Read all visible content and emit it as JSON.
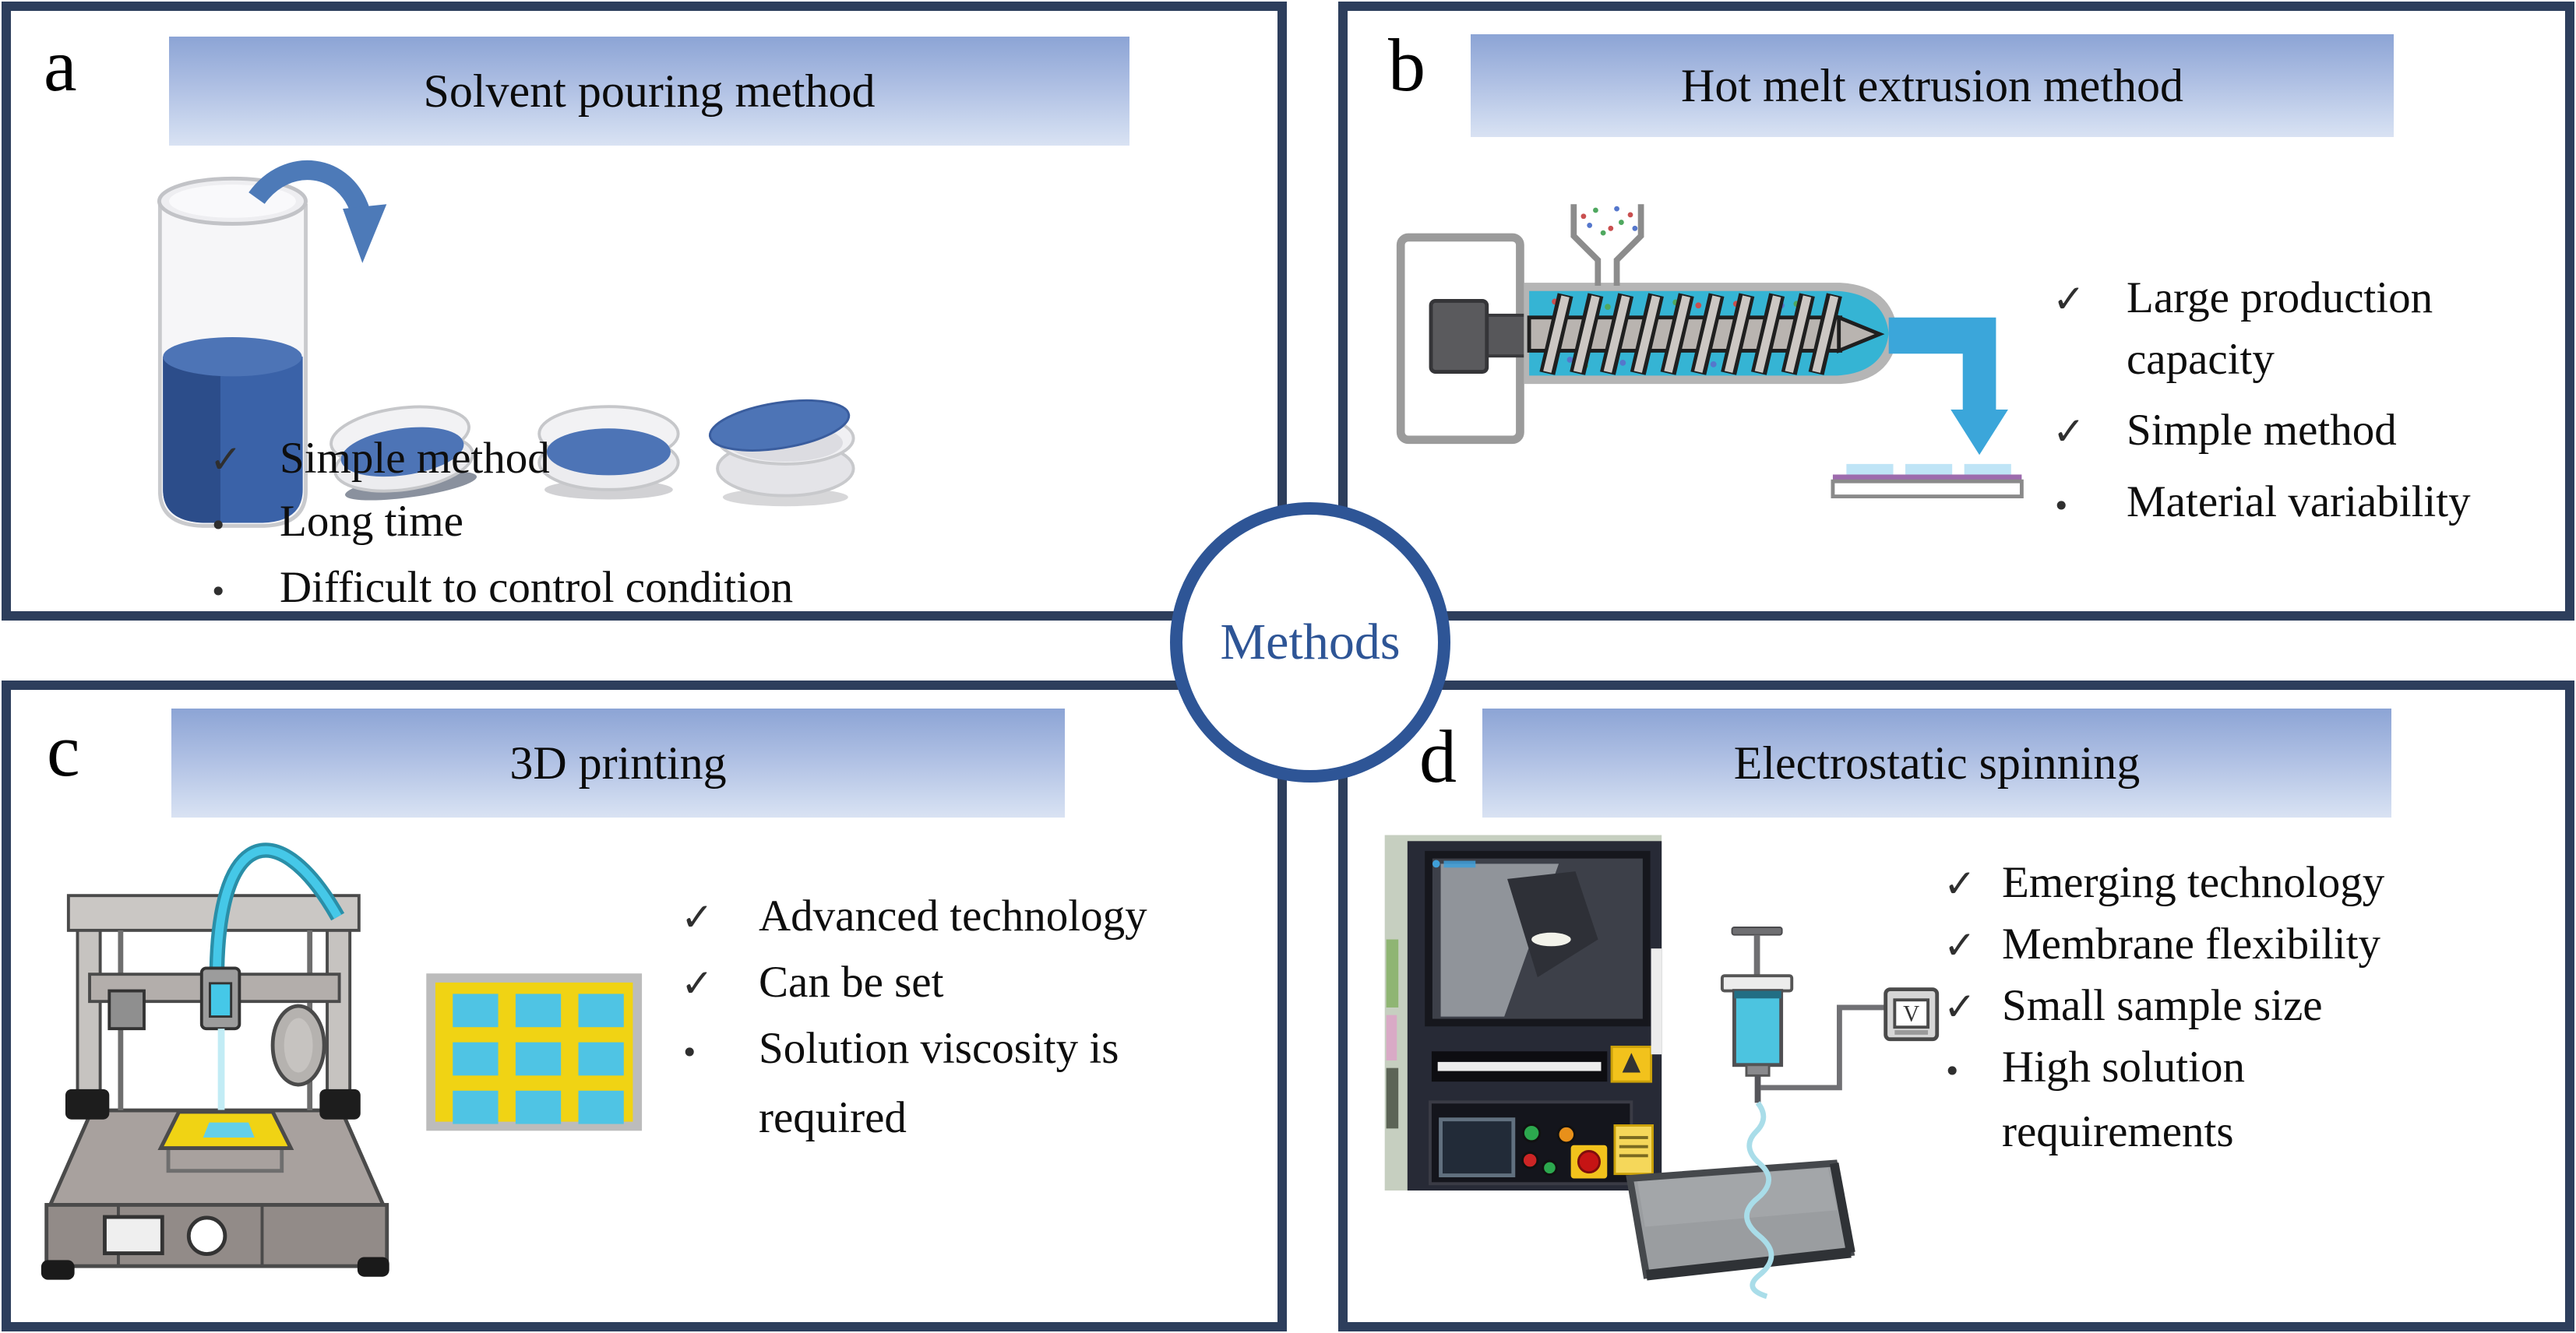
{
  "figure": {
    "center_label": "Methods"
  },
  "theme": {
    "border_navy": "#2d3e5c",
    "circle_blue": "#2e5596",
    "banner_top": "#8ca4d5",
    "banner_bottom": "#d9e2f3",
    "check_color": "#2f2f2f",
    "cyan": "#35b4d4",
    "arrow_blue": "#3ba6da",
    "liquid_blue": "#3a62a8",
    "bed_yellow": "#f0d314"
  },
  "icons": {
    "check": "✓",
    "dot": "•",
    "voltmeter_label": "V"
  },
  "panels": [
    {
      "letter": "a",
      "title": "Solvent pouring method",
      "bullets": [
        {
          "marker": "check",
          "text": "Simple method"
        },
        {
          "marker": "dot",
          "text": "Long time"
        },
        {
          "marker": "dot",
          "text": "Difficult to control condition"
        }
      ]
    },
    {
      "letter": "b",
      "title": "Hot melt extrusion method",
      "bullets": [
        {
          "marker": "check",
          "text": "Large production"
        },
        {
          "marker": "none",
          "text": "capacity"
        },
        {
          "marker": "check",
          "text": "Simple method"
        },
        {
          "marker": "dot",
          "text": "Material variability"
        }
      ]
    },
    {
      "letter": "c",
      "title": "3D printing",
      "bullets": [
        {
          "marker": "check",
          "text": "Advanced technology"
        },
        {
          "marker": "check",
          "text": "Can be set"
        },
        {
          "marker": "dot",
          "text": "Solution viscosity is"
        },
        {
          "marker": "none",
          "text": "required"
        }
      ]
    },
    {
      "letter": "d",
      "title": "Electrostatic spinning",
      "bullets": [
        {
          "marker": "check",
          "text": "Emerging technology"
        },
        {
          "marker": "check",
          "text": "Membrane flexibility"
        },
        {
          "marker": "check",
          "text": "Small sample size"
        },
        {
          "marker": "dot",
          "text": "High solution"
        },
        {
          "marker": "none",
          "text": "requirements"
        }
      ]
    }
  ]
}
